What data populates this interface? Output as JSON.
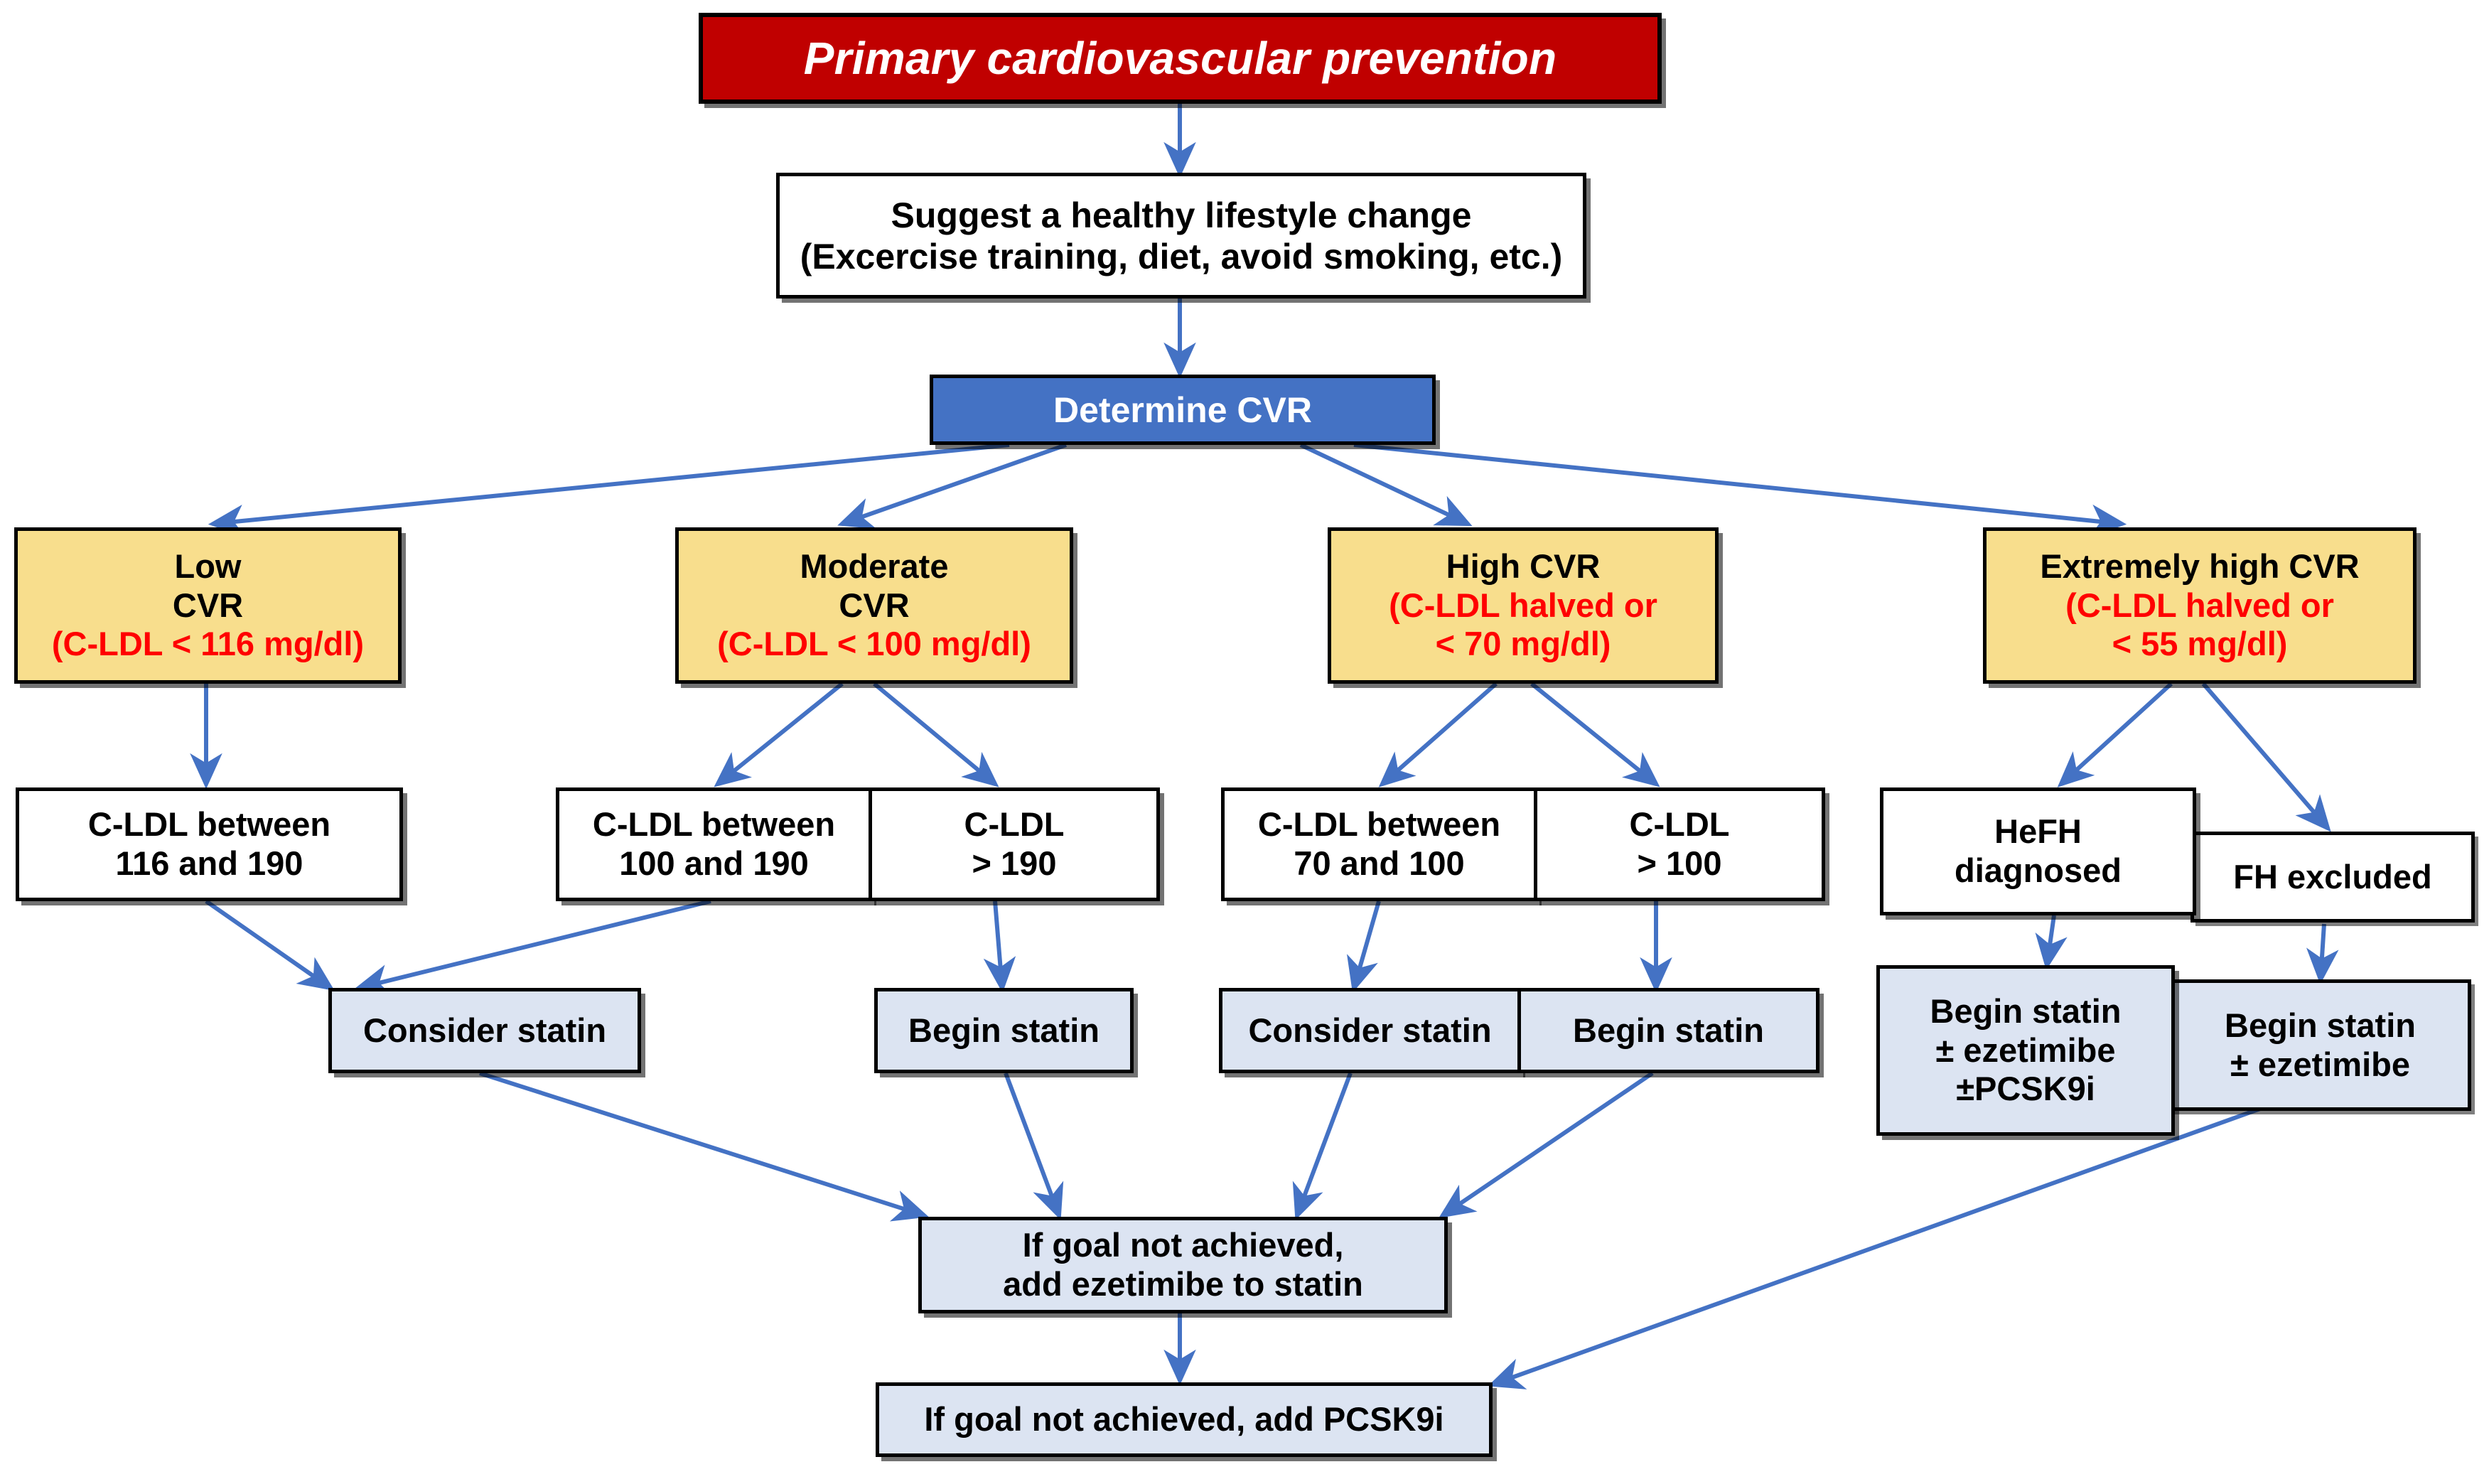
{
  "figure": {
    "kind": "clinical-flowchart",
    "title": "Primary cardiovascular prevention",
    "colors": {
      "title_fill": "#C00000",
      "decision_fill": "#4472C4",
      "risk_fill": "#F8DE8D",
      "treatment_fill": "#DCE4F2",
      "process_fill": "#FFFFFF",
      "target_text": "#FF0000",
      "arrow": "#4472C4",
      "border": "#000000"
    }
  },
  "nodes": {
    "title": {
      "line1": "Primary cardiovascular prevention"
    },
    "lifestyle": {
      "line1": "Suggest a healthy lifestyle change",
      "line2": "(Excercise training, diet, avoid smoking, etc.)"
    },
    "determine_cvr": {
      "line1": "Determine CVR"
    },
    "low_cvr": {
      "line1": "Low",
      "line2": "CVR",
      "target": "(C-LDL < 116 mg/dl)"
    },
    "moderate_cvr": {
      "line1": "Moderate",
      "line2": "CVR",
      "target": "(C-LDL < 100 mg/dl)"
    },
    "high_cvr": {
      "line1": "High CVR",
      "target1": "(C-LDL halved or",
      "target2": "< 70 mg/dl)"
    },
    "extreme_cvr": {
      "line1": "Extremely high CVR",
      "target1": "(C-LDL halved or",
      "target2": "< 55 mg/dl)"
    },
    "low_range": {
      "line1": "C-LDL between",
      "line2": "116 and 190"
    },
    "mod_range_a": {
      "line1": "C-LDL between",
      "line2": "100 and 190"
    },
    "mod_range_b": {
      "line1": "C-LDL",
      "line2": "> 190"
    },
    "high_range_a": {
      "line1": "C-LDL between",
      "line2": "70 and 100"
    },
    "high_range_b": {
      "line1": "C-LDL",
      "line2": "> 100"
    },
    "hefh": {
      "line1": "HeFH",
      "line2": "diagnosed"
    },
    "fh_excluded": {
      "line1": "FH excluded"
    },
    "low_consider": {
      "line1": "Consider statin"
    },
    "mod_begin": {
      "line1": "Begin statin"
    },
    "high_consider": {
      "line1": "Consider statin"
    },
    "high_begin": {
      "line1": "Begin statin"
    },
    "hefh_treat": {
      "line1": "Begin statin",
      "line2": "± ezetimibe",
      "line3": "±PCSK9i"
    },
    "fh_treat": {
      "line1": "Begin statin",
      "line2": "± ezetimibe"
    },
    "add_ezetimibe": {
      "line1": "If goal not achieved,",
      "line2": "add ezetimibe to statin"
    },
    "add_pcsk9i": {
      "line1": "If goal not achieved, add PCSK9i"
    }
  },
  "chart_data": {
    "type": "flowchart",
    "title": "Primary cardiovascular prevention",
    "orientation": "top-down",
    "levels": [
      {
        "level": 0,
        "nodes": [
          {
            "id": "title",
            "label": "Primary cardiovascular prevention",
            "style": "title",
            "fill": "#C00000"
          }
        ]
      },
      {
        "level": 1,
        "nodes": [
          {
            "id": "lifestyle",
            "label": "Suggest a healthy lifestyle change (Excercise training, diet, avoid smoking, etc.)",
            "style": "process",
            "fill": "#FFFFFF"
          }
        ]
      },
      {
        "level": 2,
        "nodes": [
          {
            "id": "determine_cvr",
            "label": "Determine CVR",
            "style": "decision",
            "fill": "#4472C4"
          }
        ]
      },
      {
        "level": 3,
        "nodes": [
          {
            "id": "low_cvr",
            "label": "Low CVR",
            "target": "C-LDL < 116 mg/dl",
            "style": "risk",
            "fill": "#F8DE8D"
          },
          {
            "id": "moderate_cvr",
            "label": "Moderate CVR",
            "target": "C-LDL < 100 mg/dl",
            "style": "risk",
            "fill": "#F8DE8D"
          },
          {
            "id": "high_cvr",
            "label": "High CVR",
            "target": "C-LDL halved or < 70 mg/dl",
            "style": "risk",
            "fill": "#F8DE8D"
          },
          {
            "id": "extreme_cvr",
            "label": "Extremely high CVR",
            "target": "C-LDL halved or < 55 mg/dl",
            "style": "risk",
            "fill": "#F8DE8D"
          }
        ]
      },
      {
        "level": 4,
        "nodes": [
          {
            "id": "low_range",
            "label": "C-LDL between 116 and 190",
            "style": "range"
          },
          {
            "id": "mod_range_a",
            "label": "C-LDL between 100 and 190",
            "style": "range"
          },
          {
            "id": "mod_range_b",
            "label": "C-LDL > 190",
            "style": "range"
          },
          {
            "id": "high_range_a",
            "label": "C-LDL between 70 and 100",
            "style": "range"
          },
          {
            "id": "high_range_b",
            "label": "C-LDL > 100",
            "style": "range"
          },
          {
            "id": "hefh",
            "label": "HeFH diagnosed",
            "style": "range"
          },
          {
            "id": "fh_excluded",
            "label": "FH excluded",
            "style": "range"
          }
        ]
      },
      {
        "level": 5,
        "nodes": [
          {
            "id": "low_consider",
            "label": "Consider statin",
            "style": "treatment",
            "fill": "#DCE4F2"
          },
          {
            "id": "mod_begin",
            "label": "Begin statin",
            "style": "treatment",
            "fill": "#DCE4F2"
          },
          {
            "id": "high_consider",
            "label": "Consider statin",
            "style": "treatment",
            "fill": "#DCE4F2"
          },
          {
            "id": "high_begin",
            "label": "Begin statin",
            "style": "treatment",
            "fill": "#DCE4F2"
          },
          {
            "id": "hefh_treat",
            "label": "Begin statin ± ezetimibe ±PCSK9i",
            "style": "treatment",
            "fill": "#DCE4F2"
          },
          {
            "id": "fh_treat",
            "label": "Begin statin ± ezetimibe",
            "style": "treatment",
            "fill": "#DCE4F2"
          }
        ]
      },
      {
        "level": 6,
        "nodes": [
          {
            "id": "add_ezetimibe",
            "label": "If goal not achieved, add ezetimibe to statin",
            "style": "treatment",
            "fill": "#DCE4F2"
          }
        ]
      },
      {
        "level": 7,
        "nodes": [
          {
            "id": "add_pcsk9i",
            "label": "If goal not achieved, add PCSK9i",
            "style": "treatment",
            "fill": "#DCE4F2"
          }
        ]
      }
    ],
    "edges": [
      {
        "from": "title",
        "to": "lifestyle"
      },
      {
        "from": "lifestyle",
        "to": "determine_cvr"
      },
      {
        "from": "determine_cvr",
        "to": "low_cvr"
      },
      {
        "from": "determine_cvr",
        "to": "moderate_cvr"
      },
      {
        "from": "determine_cvr",
        "to": "high_cvr"
      },
      {
        "from": "determine_cvr",
        "to": "extreme_cvr"
      },
      {
        "from": "low_cvr",
        "to": "low_range"
      },
      {
        "from": "moderate_cvr",
        "to": "mod_range_a"
      },
      {
        "from": "moderate_cvr",
        "to": "mod_range_b"
      },
      {
        "from": "high_cvr",
        "to": "high_range_a"
      },
      {
        "from": "high_cvr",
        "to": "high_range_b"
      },
      {
        "from": "extreme_cvr",
        "to": "hefh"
      },
      {
        "from": "extreme_cvr",
        "to": "fh_excluded"
      },
      {
        "from": "low_range",
        "to": "low_consider"
      },
      {
        "from": "mod_range_a",
        "to": "low_consider"
      },
      {
        "from": "mod_range_b",
        "to": "mod_begin"
      },
      {
        "from": "high_range_a",
        "to": "high_consider"
      },
      {
        "from": "high_range_b",
        "to": "high_begin"
      },
      {
        "from": "hefh",
        "to": "hefh_treat"
      },
      {
        "from": "fh_excluded",
        "to": "fh_treat"
      },
      {
        "from": "low_consider",
        "to": "add_ezetimibe"
      },
      {
        "from": "mod_begin",
        "to": "add_ezetimibe"
      },
      {
        "from": "high_consider",
        "to": "add_ezetimibe"
      },
      {
        "from": "high_begin",
        "to": "add_ezetimibe"
      },
      {
        "from": "add_ezetimibe",
        "to": "add_pcsk9i"
      },
      {
        "from": "fh_treat",
        "to": "add_pcsk9i"
      }
    ]
  }
}
